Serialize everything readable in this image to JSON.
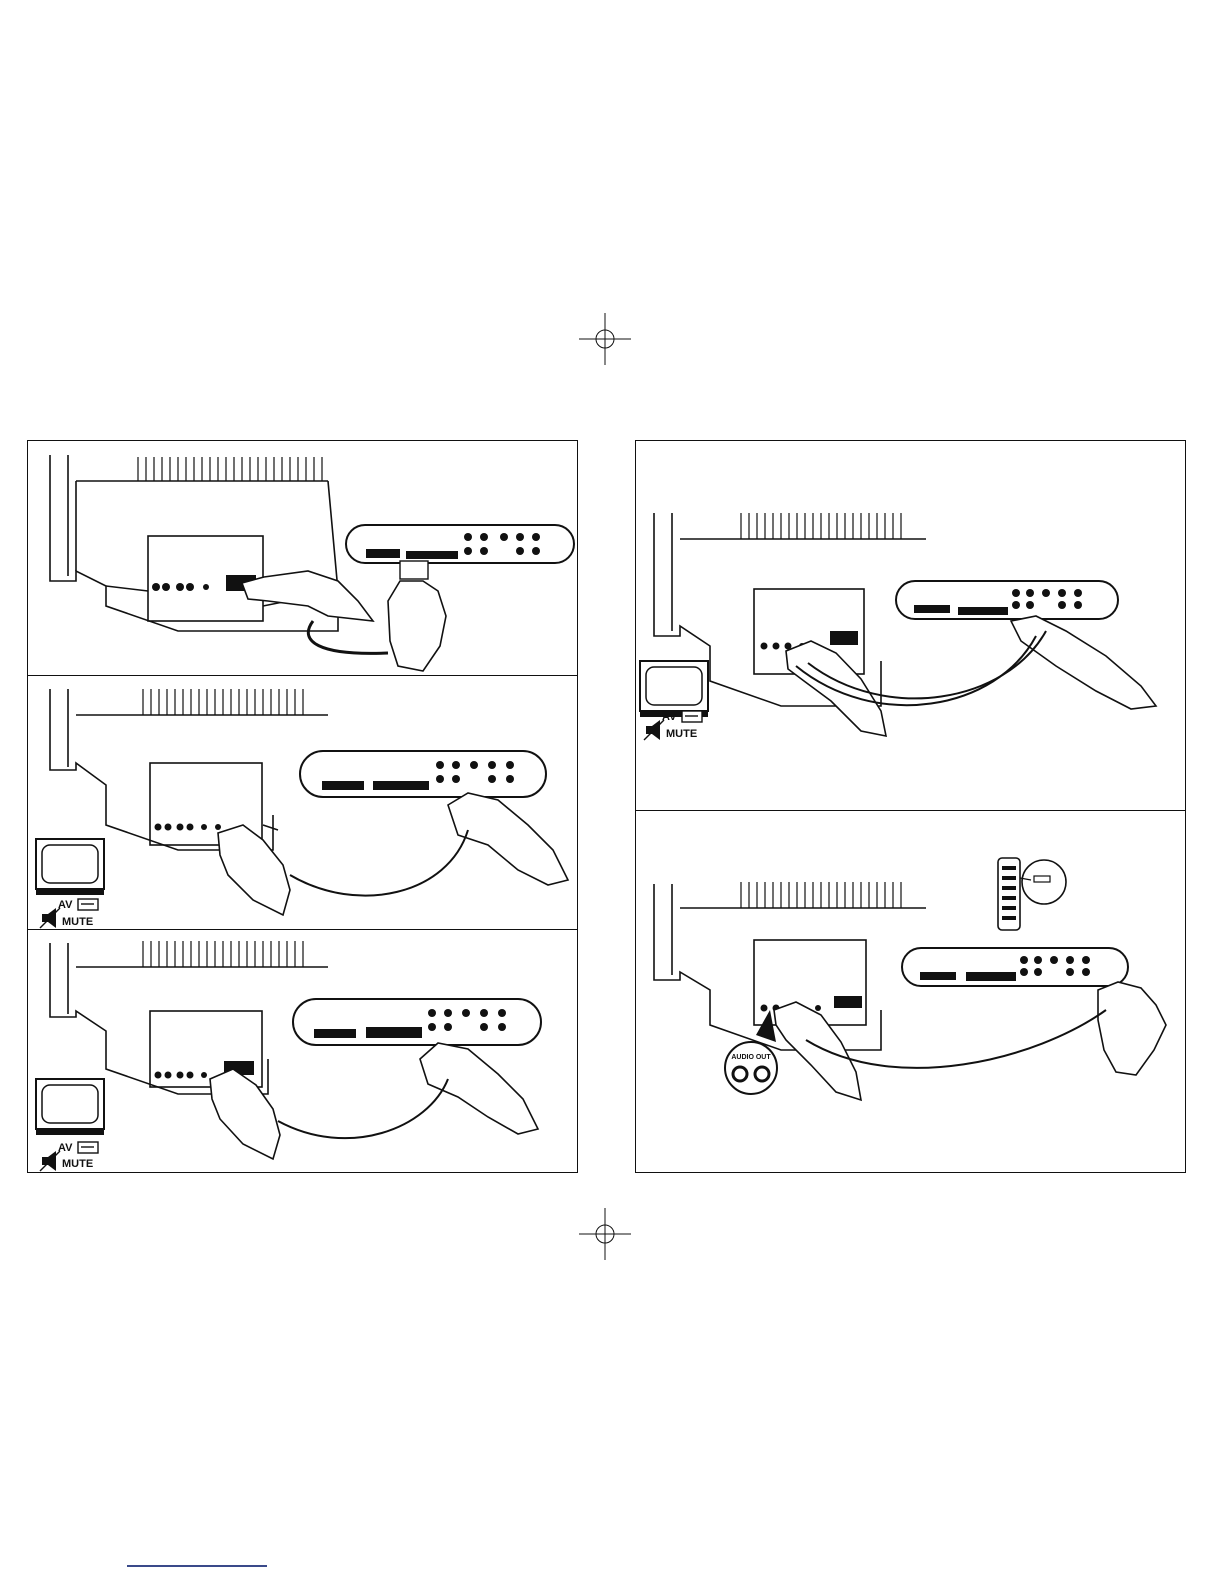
{
  "labels": {
    "av": "AV",
    "mute": "MUTE",
    "audio_out": "AUDIO OUT"
  },
  "icons": [
    "registration-mark-icon",
    "tv-screen-icon",
    "av-input-icon",
    "mute-speaker-icon",
    "remote-control-icon",
    "hand-icon",
    "connector-panel-icon"
  ],
  "colors": {
    "line": "#111111",
    "background": "#ffffff",
    "footer_rule": "#3a4a8a"
  }
}
